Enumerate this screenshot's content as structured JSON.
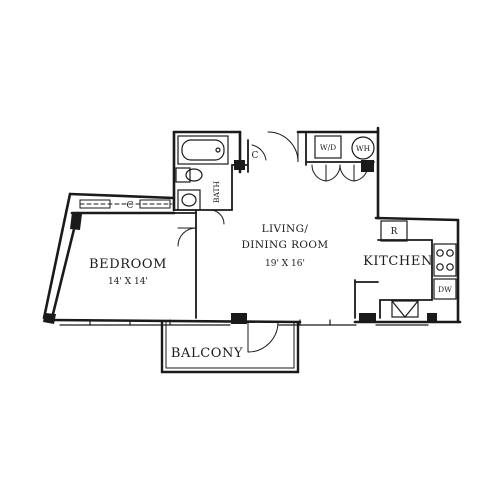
{
  "rooms": {
    "bedroom": {
      "name": "BEDROOM",
      "size": "14' X 14'"
    },
    "living": {
      "name_line1": "LIVING/",
      "name_line2": "DINING ROOM",
      "size": "19' X 16'"
    },
    "kitchen": {
      "name": "KITCHEN"
    },
    "bath": {
      "name": "BATH"
    },
    "balcony": {
      "name": "BALCONY"
    }
  },
  "fixtures": {
    "closet_bath": "C",
    "closet_bedroom": "C",
    "washer_dryer": "W/D",
    "water_heater": "WH",
    "refrigerator": "R",
    "dishwasher": "DW"
  }
}
